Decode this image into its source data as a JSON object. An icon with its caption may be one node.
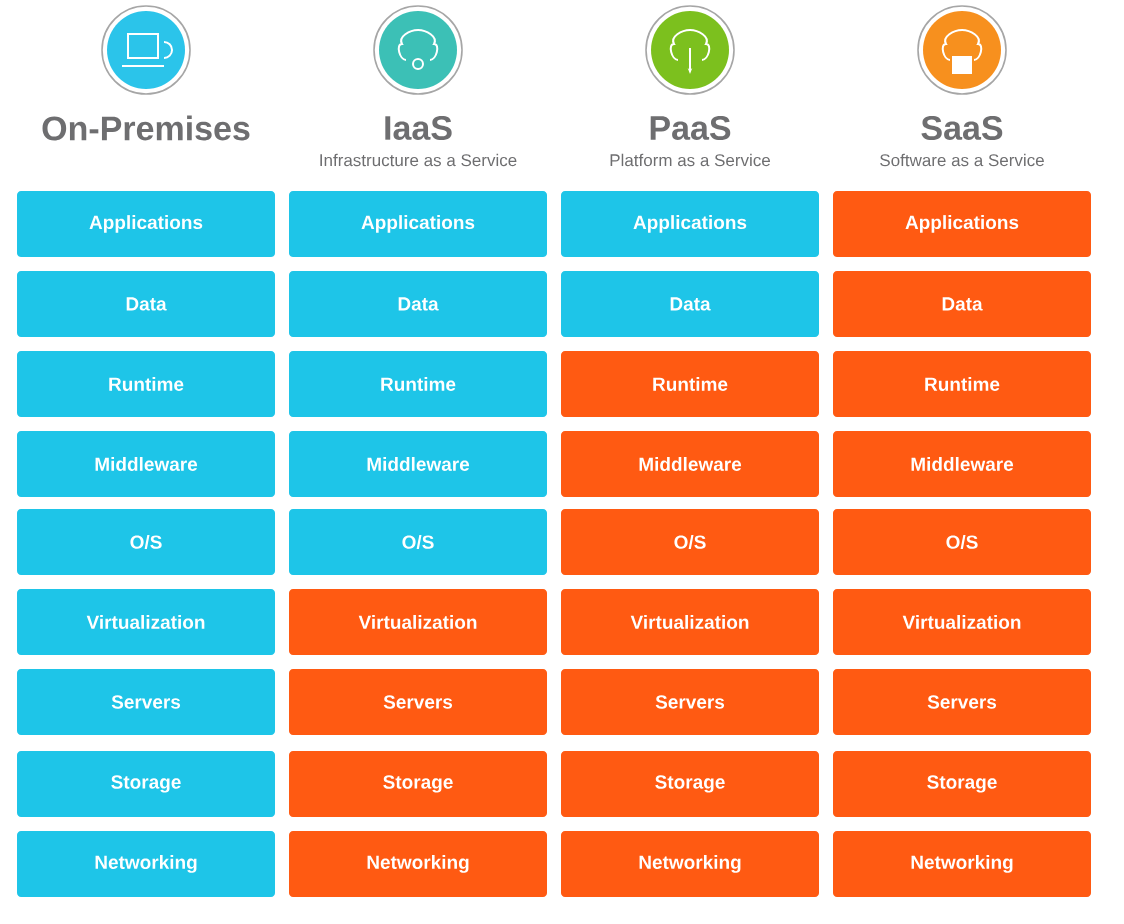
{
  "diagram": {
    "nodes": [
      {
        "text": [
          "Applications"
        ]
      },
      {
        "text": [
          "Applications"
        ]
      },
      {
        "text": [
          "Applications"
        ]
      },
      {
        "text": [
          "Applications"
        ]
      },
      {
        "text": [
          "Data"
        ]
      },
      {
        "text": [
          "Data"
        ]
      },
      {
        "text": [
          "Data"
        ]
      },
      {
        "text": [
          "Data"
        ]
      },
      {
        "text": [
          "Runtime"
        ]
      },
      {
        "text": [
          "Runtime"
        ]
      },
      {
        "text": [
          "Runtime"
        ]
      },
      {
        "text": [
          "Runtime"
        ]
      },
      {
        "text": [
          "Middleware"
        ]
      },
      {
        "text": [
          "Middleware"
        ]
      },
      {
        "text": [
          "Middleware"
        ]
      },
      {
        "text": [
          "Middleware"
        ]
      },
      {
        "text": [
          "O/S"
        ]
      },
      {
        "text": [
          "O/S"
        ]
      },
      {
        "text": [
          "O/S"
        ]
      },
      {
        "text": [
          "O/S"
        ]
      },
      {
        "text": [
          "Virtualization"
        ]
      },
      {
        "text": [
          "Virtualization"
        ]
      },
      {
        "text": [
          "Virtualization"
        ]
      },
      {
        "text": [
          "Virtualization"
        ]
      },
      {
        "text": [
          "Servers"
        ]
      },
      {
        "text": [
          "Servers"
        ]
      },
      {
        "text": [
          "Servers"
        ]
      },
      {
        "text": [
          "Servers"
        ]
      },
      {
        "text": [
          "Storage"
        ]
      },
      {
        "text": [
          "Storage"
        ]
      },
      {
        "text": [
          "Storage"
        ]
      },
      {
        "text": [
          "Storage"
        ]
      },
      {
        "text": [
          "Networking"
        ]
      },
      {
        "text": [
          "Networking"
        ]
      },
      {
        "text": [
          "Networking"
        ]
      },
      {
        "text": [
          "Networking"
        ]
      }
    ],
    "labels": [
      "On-Premises",
      "IaaS",
      "PaaS",
      "SaaS",
      "Infrastructure as a Service",
      "Platform as a Service",
      "Software as a Service"
    ]
  }
}
